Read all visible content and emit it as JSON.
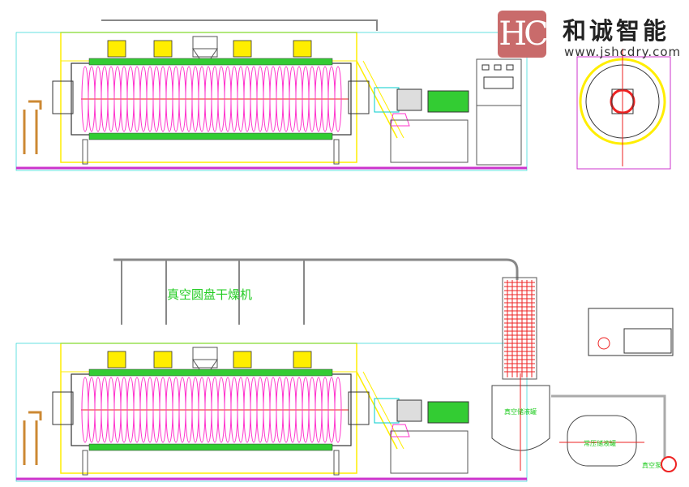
{
  "logo": {
    "mark": "HC",
    "name_cn": "和诚智能",
    "url": "www.jshcdry.com"
  },
  "labels": {
    "dryer_name": "真空圆盘干燥机",
    "vacuum_tank": "真空储液罐",
    "atmos_tank": "常压储液罐",
    "vacuum_pump": "真空泵"
  },
  "colors": {
    "frame": "#ffee00",
    "coil": "#ff33cc",
    "pipe": "#777777",
    "red": "#ee2222",
    "green": "#22cc22",
    "floor": "#cc33cc",
    "cyan": "#00cccc"
  }
}
